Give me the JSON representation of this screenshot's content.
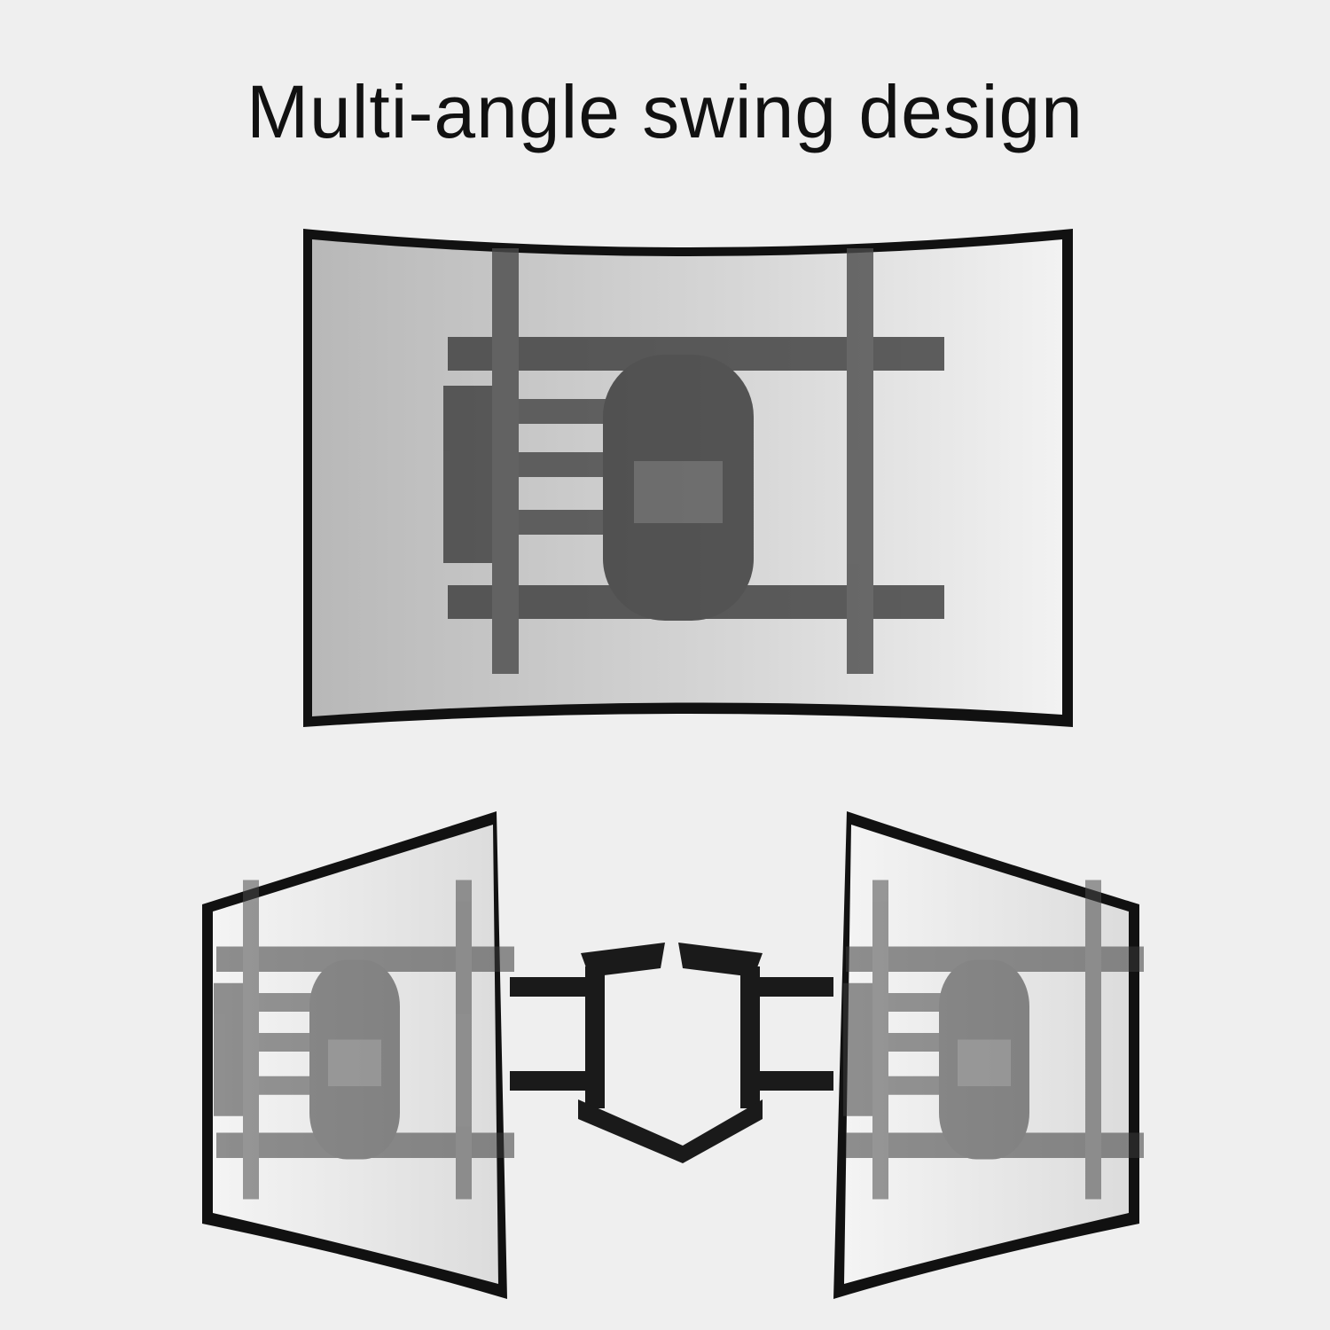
{
  "title": "Multi-angle swing design",
  "colors": {
    "background": "#efefef",
    "frame": "#111111",
    "bracket": "#3a3a3a",
    "arm": "#1a1a1a"
  },
  "icons": [
    "curved-tv-front",
    "curved-tv-swing-left",
    "curved-tv-swing-right",
    "tv-wall-mount-bracket"
  ]
}
